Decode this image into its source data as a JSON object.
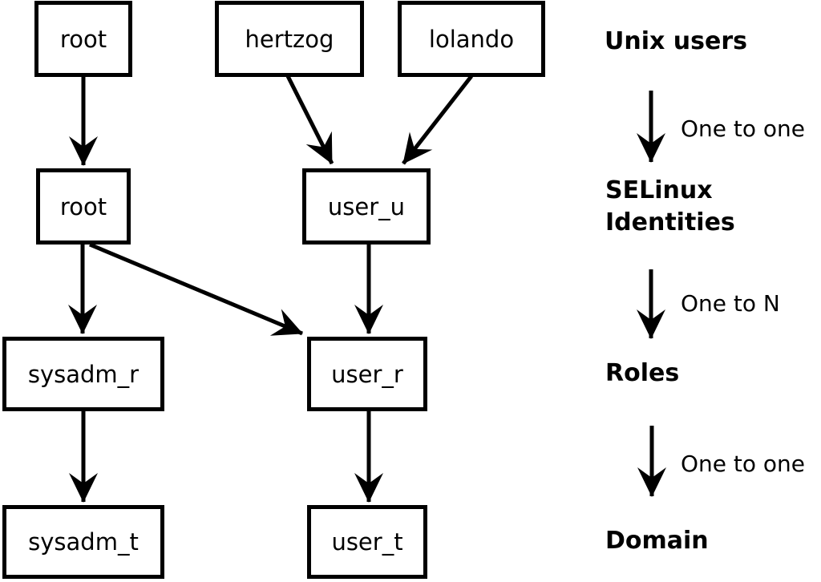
{
  "nodes": {
    "unix_root": "root",
    "unix_hertzog": "hertzog",
    "unix_lolando": "lolando",
    "identity_root": "root",
    "identity_user_u": "user_u",
    "role_sysadm_r": "sysadm_r",
    "role_user_r": "user_r",
    "domain_sysadm_t": "sysadm_t",
    "domain_user_t": "user_t"
  },
  "legend": {
    "unix_users": "Unix users",
    "one_to_one_1": "One to one",
    "selinux_identities": "SELinux Identities",
    "one_to_n": "One to N",
    "roles": "Roles",
    "one_to_one_2": "One to one",
    "domain": "Domain"
  },
  "colors": {
    "line": "#000000",
    "text": "#000000",
    "background": "#ffffff"
  }
}
